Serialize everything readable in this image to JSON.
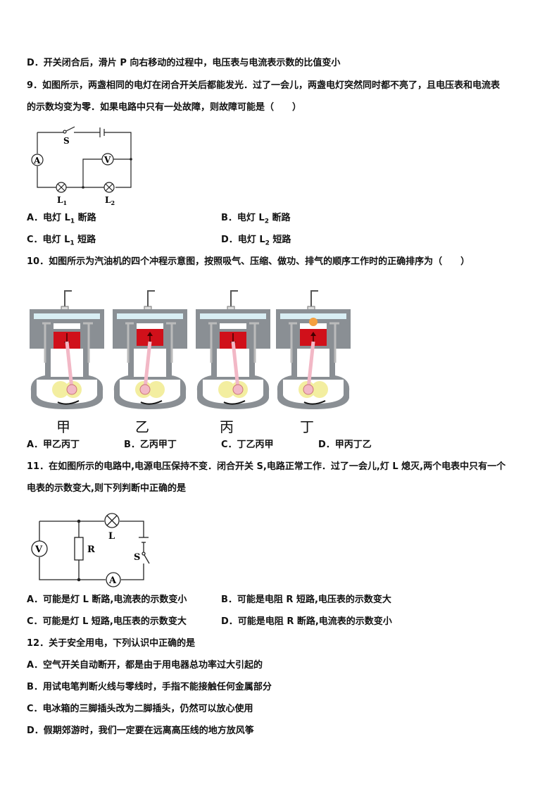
{
  "q8": {
    "option_d": "D．开关闭合后，滑片 P 向右移动的过程中，电压表与电流表示数的比值变小"
  },
  "q9": {
    "stem_line1": "9．如图所示，两盏相同的电灯在闭合开关后都能发光．过了一会儿，两盏电灯突然同时都不亮了，且电压表和电流表",
    "stem_line2": "的示数均变为零．如果电路中只有一处故障，则故障可能是（　　）",
    "circuit_labels": {
      "switch": "S",
      "ammeter": "A",
      "voltmeter": "V",
      "lamp1": "L",
      "lamp1_sub": "1",
      "lamp2": "L",
      "lamp2_sub": "2"
    },
    "options": [
      {
        "pre": "A．电灯 L",
        "sub": "1",
        "post": " 断路"
      },
      {
        "pre": "B．电灯 L",
        "sub": "2",
        "post": " 断路"
      },
      {
        "pre": "C．电灯 L",
        "sub": "1",
        "post": " 短路"
      },
      {
        "pre": "D．电灯 L",
        "sub": "2",
        "post": " 短路"
      }
    ]
  },
  "q10": {
    "stem": "10．如图所示为汽油机的四个冲程示意图，按照吸气、压缩、做功、排气的顺序工作时的正确排序为（　　）",
    "captions": [
      "甲",
      "乙",
      "丙",
      "丁"
    ],
    "piston_arrows": [
      "down",
      "up",
      "down",
      "up"
    ],
    "options": [
      "A．甲乙丙丁",
      "B．乙丙甲丁",
      "C．丁乙丙甲",
      "D．甲丙丁乙"
    ],
    "colors": {
      "piston": "#d0101a",
      "body": "#8a8f94",
      "coolant": "#d8eef4",
      "crank": "#f3eea0",
      "rod": "#f2b8c6"
    }
  },
  "q11": {
    "stem_line1": "11．在如图所示的电路中,电源电压保持不变．闭合开关 S,电路正常工作．过了一会儿,灯 L 熄灭,两个电表中只有一个",
    "stem_line2": "电表的示数变大,则下列判断中正确的是",
    "circuit_labels": {
      "voltmeter": "V",
      "resistor": "R",
      "lamp": "L",
      "switch": "S",
      "ammeter": "A"
    },
    "options": [
      "A．可能是灯 L 断路,电流表的示数变小",
      "B．可能是电阻 R 短路,电压表的示数变大",
      "C．可能是灯 L 短路,电压表的示数变大",
      "D．可能是电阻 R 断路,电流表的示数变小"
    ]
  },
  "q12": {
    "stem": "12．关于安全用电，下列认识中正确的是",
    "options": [
      "A．空气开关自动断开，都是由于用电器总功率过大引起的",
      "B．用试电笔判断火线与零线时，手指不能接触任何金属部分",
      "C．电冰箱的三脚插头改为二脚插头，仍然可以放心使用",
      "D．假期郊游时，我们一定要在远离高压线的地方放风筝"
    ]
  }
}
